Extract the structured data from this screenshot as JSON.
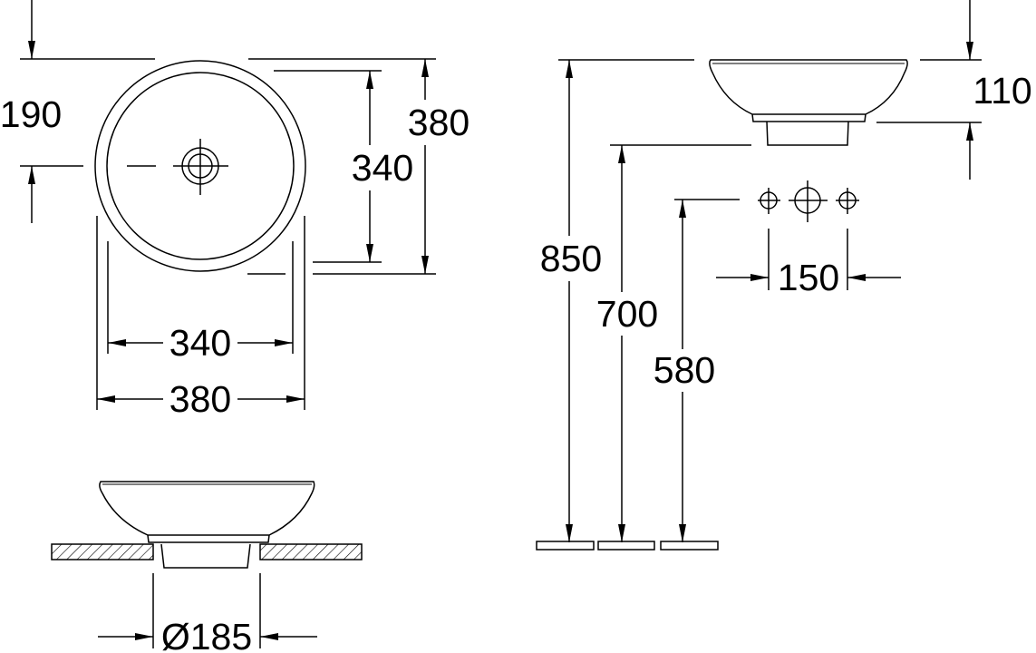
{
  "dimensions": {
    "top_view": {
      "drain_offset": "190",
      "inner_depth": "340",
      "outer_depth": "380",
      "inner_width": "340",
      "outer_width": "380"
    },
    "side_view": {
      "rim_height": "850",
      "base_height": "700",
      "tap_hole_height": "580",
      "tap_spacing": "150",
      "bowl_height": "110"
    },
    "section_view": {
      "cutout_diameter": "Ø185"
    }
  },
  "colors": {
    "line": "#000000",
    "background": "#ffffff"
  }
}
